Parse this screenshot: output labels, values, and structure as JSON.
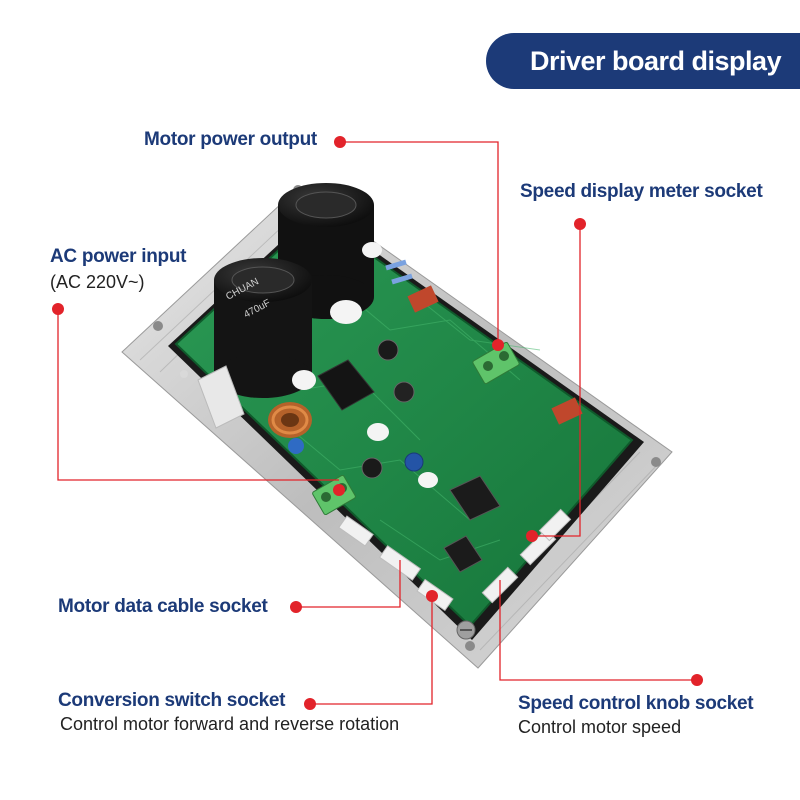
{
  "title": "Driver board display",
  "callouts": {
    "motor_power_output": {
      "label": "Motor power output"
    },
    "speed_display_meter_socket": {
      "label": "Speed display meter socket"
    },
    "ac_power_input": {
      "label": "AC power input",
      "note": "(AC 220V~)"
    },
    "motor_data_cable_socket": {
      "label": "Motor data cable socket"
    },
    "conversion_switch_socket": {
      "label": "Conversion switch socket",
      "note": "Control motor forward and reverse rotation"
    },
    "speed_control_knob_socket": {
      "label": "Speed control knob socket",
      "note": "Control motor speed"
    }
  },
  "board_text": {
    "capacitor_brand": "CHUAN",
    "capacitor_value": "470uF"
  },
  "colors": {
    "accent": "#e2232a",
    "brand": "#1c3a78",
    "pcb": "#1f8a47"
  }
}
